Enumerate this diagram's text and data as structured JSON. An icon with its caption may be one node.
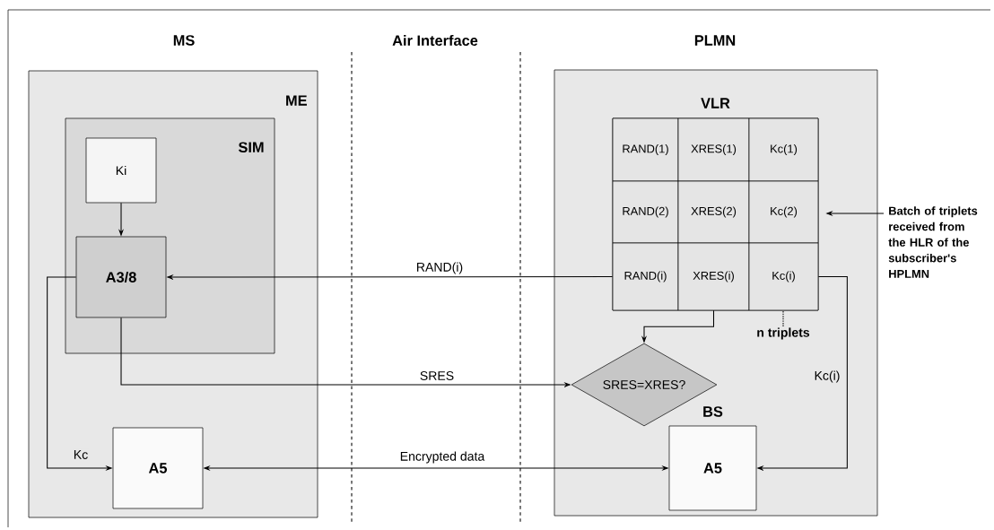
{
  "diagram": {
    "nodes": [
      {
        "text": [
          "ME"
        ]
      },
      {
        "text": [
          "SIM"
        ],
        "in": 0
      },
      {
        "text": [
          "Ki"
        ],
        "in": 1
      },
      {
        "text": [
          "A3/8"
        ],
        "in": 1
      },
      {
        "text": [
          "A5"
        ],
        "in": 0
      },
      {
        "text": [],
        "shape": "box"
      },
      {
        "text": [
          "VLR"
        ],
        "in": 5
      },
      {
        "text": [
          "RAND(1)"
        ],
        "in": 6
      },
      {
        "text": [
          "XRES(1)"
        ],
        "in": 6
      },
      {
        "text": [
          "Kc(1)"
        ],
        "in": 6
      },
      {
        "text": [
          "RAND(2)"
        ],
        "in": 6
      },
      {
        "text": [
          "XRES(2)"
        ],
        "in": 6
      },
      {
        "text": [
          "Kc(2)"
        ],
        "in": 6
      },
      {
        "text": [
          "RAND(i)"
        ],
        "in": 6
      },
      {
        "text": [
          "XRES(i)"
        ],
        "in": 6
      },
      {
        "text": [
          "Kc(i)"
        ],
        "in": 6
      },
      {
        "text": [
          "SRES=XRES?"
        ],
        "in": 5
      },
      {
        "text": [
          "BS",
          "A5"
        ],
        "in": 5
      },
      {
        "text": [
          "Batch of triplets received from the HLR of the subscriber's HPLMN"
        ]
      },
      {
        "text": [
          "n triplets"
        ],
        "in": 5
      }
    ],
    "edges": [
      {
        "from": 2,
        "to": 3,
        "arrow": "to"
      },
      {
        "from": 13,
        "to": 3,
        "arrow": "to",
        "label": "RAND(i)"
      },
      {
        "from": 3,
        "to": 4,
        "arrow": "to",
        "label": "Kc"
      },
      {
        "from": 3,
        "to": 16,
        "arrow": "to",
        "label": "SRES"
      },
      {
        "from": 14,
        "to": 16,
        "arrow": "to"
      },
      {
        "from": 15,
        "to": 17,
        "arrow": "to",
        "label": "Kc(i)"
      },
      {
        "from": 4,
        "to": 17,
        "arrow": "both",
        "label": "Encrypted data"
      },
      {
        "from": 18,
        "to": 6,
        "arrow": "to"
      },
      {
        "from": 19,
        "to": 15,
        "arrow": "none",
        "style": "dashed"
      }
    ],
    "labels": [
      "MS",
      "Air Interface",
      "PLMN"
    ]
  }
}
